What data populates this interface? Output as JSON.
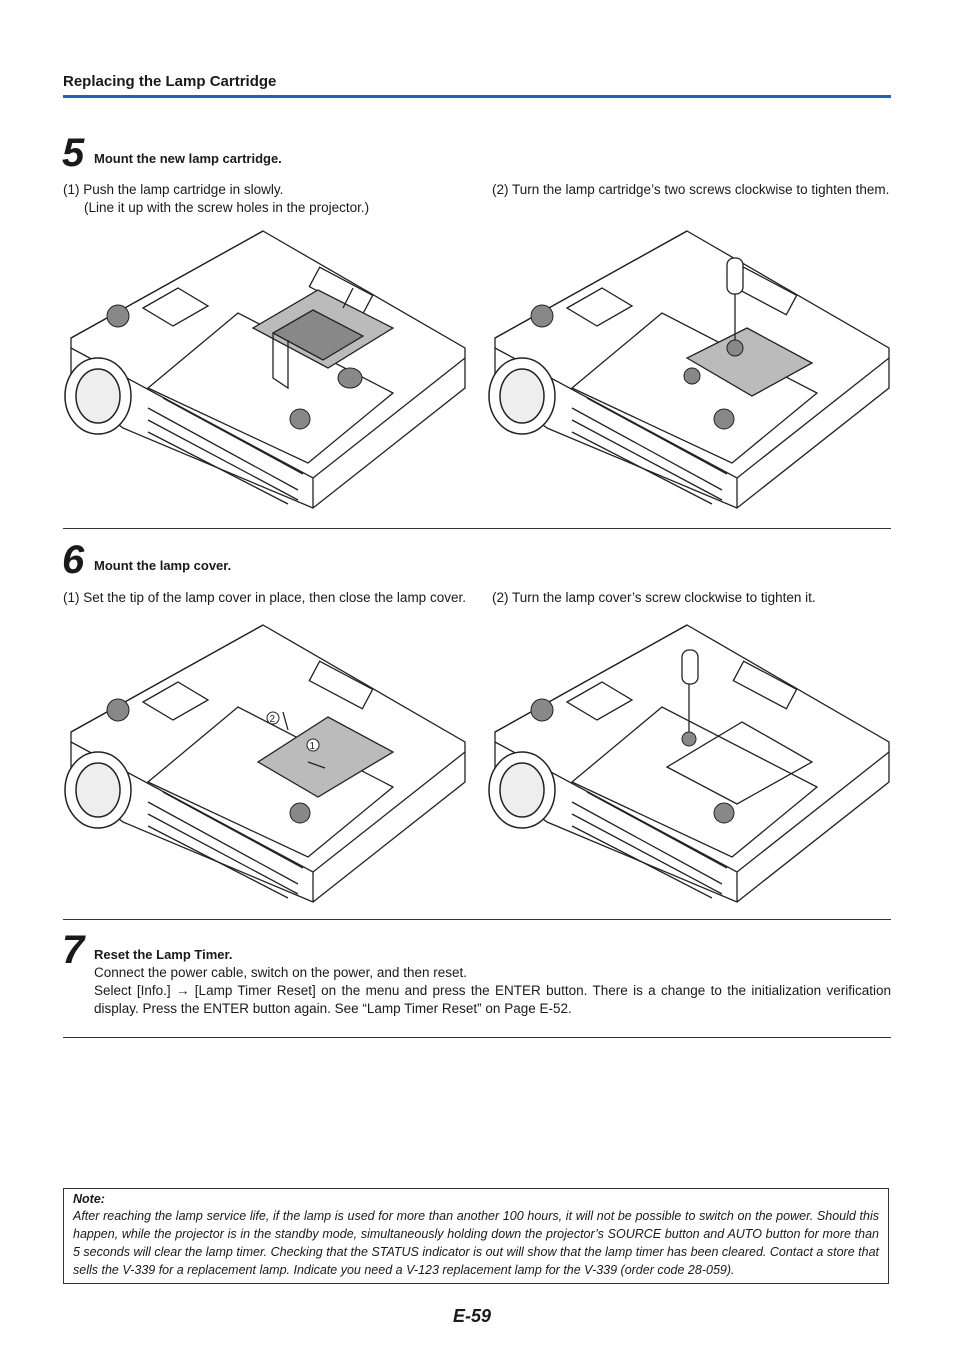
{
  "header": {
    "section_title": "Replacing the Lamp Cartridge"
  },
  "steps": [
    {
      "number": "5",
      "title": "Mount the new lamp cartridge.",
      "sub": [
        {
          "text": "(1) Push the lamp cartridge in slowly.",
          "text2": "(Line it up with the screw holes in the projector.)"
        },
        {
          "text": "(2) Turn the lamp cartridge’s two screws clockwise to tighten them."
        }
      ]
    },
    {
      "number": "6",
      "title": "Mount the lamp cover.",
      "sub": [
        {
          "text": "(1) Set the tip of the lamp cover in place, then close the lamp cover."
        },
        {
          "text": "(2) Turn the lamp cover’s screw clockwise to tighten it."
        }
      ]
    },
    {
      "number": "7",
      "title": "Reset the Lamp Timer.",
      "line1": "Connect the power cable, switch on the power, and then reset.",
      "line2": "Select [Info.] → [Lamp Timer Reset] on the menu and press the ENTER button. There is a change to the initialization verification display. Press the ENTER button again. See “Lamp Timer Reset” on Page E-52."
    }
  ],
  "figures": {
    "callout_1": "1",
    "callout_2": "2"
  },
  "note": {
    "title": "Note:",
    "text": "After reaching the lamp service life, if the lamp is used for more than another 100 hours, it will not be possible to switch on the power. Should this happen, while the projector is in the standby mode, simultaneously holding down the projector’s SOURCE button and AUTO button for more than 5 seconds will clear the lamp timer. Checking that the STATUS indicator is out will show that the lamp timer has been cleared. Contact a store that sells the V-339 for a replacement lamp. Indicate you need a V-123 replacement lamp for the V-339 (order code 28-059)."
  },
  "footer": {
    "page_number": "E-59"
  }
}
